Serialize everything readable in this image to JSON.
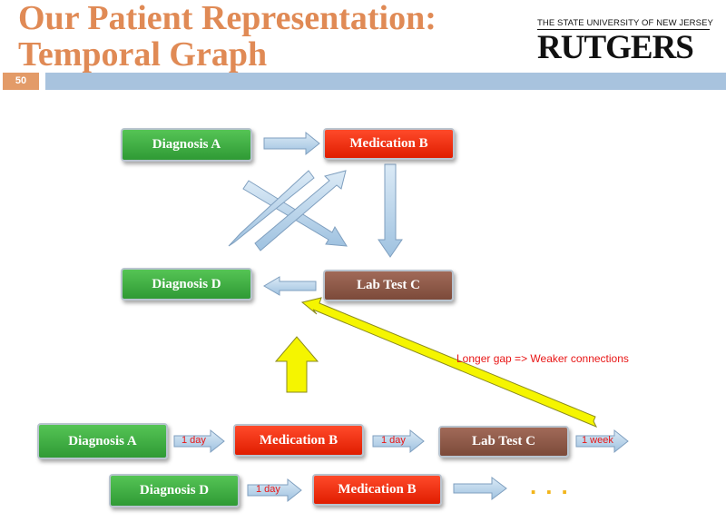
{
  "slide": {
    "title_line1": "Our Patient Representation:",
    "title_line2": "Temporal Graph",
    "number": "50",
    "logo_top": "THE STATE UNIVERSITY OF NEW JERSEY",
    "logo_name": "RUTGERS"
  },
  "graph": {
    "diagnosis_a": "Diagnosis A",
    "medication_b": "Medication B",
    "lab_test_c": "Lab Test C",
    "diagnosis_d": "Diagnosis D"
  },
  "sequence": {
    "row1": {
      "diagnosis_a": "Diagnosis A",
      "gap1": "1 day",
      "medication_b": "Medication B",
      "gap2": "1 day",
      "lab_test_c": "Lab Test C",
      "gap3": "1 week"
    },
    "row2": {
      "diagnosis_d": "Diagnosis D",
      "gap1": "1 day",
      "medication_b": "Medication B",
      "ellipsis": "..."
    }
  },
  "annotation": "Longer gap => Weaker connections",
  "colors": {
    "title": "#e08a55",
    "band": "#a8c3de",
    "number_badge": "#e39b68",
    "diagnosis": "#3aa83f",
    "medication": "#f02a0c",
    "lab_test": "#8c5a48",
    "arrow_fill": "#b7d3ea",
    "highlight_arrow": "#f5f500",
    "note_text": "#e81616",
    "ellipsis": "#f2b51b"
  }
}
